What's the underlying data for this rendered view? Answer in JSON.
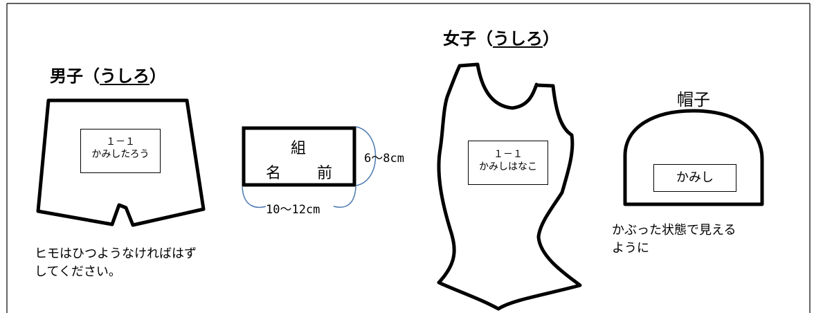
{
  "boys": {
    "title_prefix": "男子（",
    "title_underlined": "うしろ",
    "title_suffix": "）",
    "label_line1": "１－１",
    "label_line2": "かみしたろう",
    "note": "ヒモはひつようなければはずしてください。"
  },
  "tag": {
    "line1": "組",
    "line2_left": "名",
    "line2_right": "前",
    "height_label": "6～8cm",
    "width_label": "10～12cm"
  },
  "girls": {
    "title_prefix": "女子（",
    "title_underlined": "うしろ",
    "title_suffix": "）",
    "label_line1": "１－１",
    "label_line2": "かみしはなこ"
  },
  "hat": {
    "title": "帽子",
    "label": "かみし",
    "note": "かぶった状態で見えるように"
  }
}
